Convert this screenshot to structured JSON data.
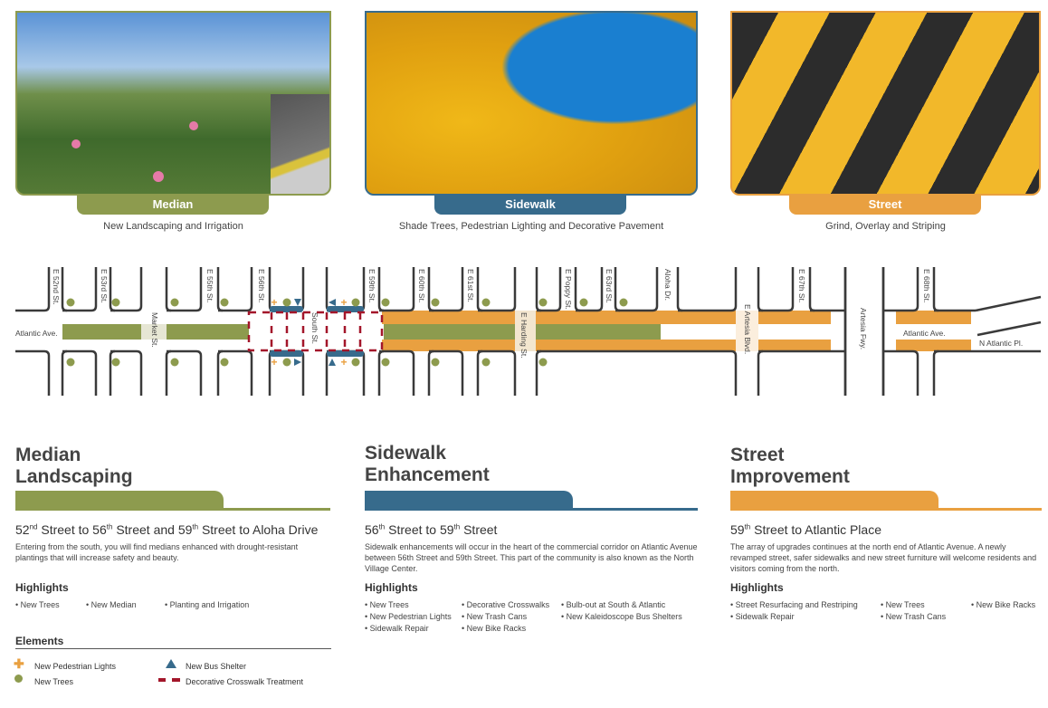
{
  "colors": {
    "median": "#8d9b4e",
    "sidewalk": "#376b8c",
    "street": "#e9a040",
    "crosswalk": "#a3162a",
    "road": "#3a3a3a"
  },
  "photos": [
    {
      "label": "Median",
      "caption": "New Landscaping and Irrigation"
    },
    {
      "label": "Sidewalk",
      "caption": "Shade Trees, Pedestrian Lighting and Decorative Pavement"
    },
    {
      "label": "Street",
      "caption": "Grind, Overlay and Striping"
    }
  ],
  "map": {
    "streets": [
      "E 52nd St.",
      "E 53rd St.",
      "Market St.",
      "E 55th St.",
      "E 56th St.",
      "South St.",
      "E 59th St.",
      "E 60th St.",
      "E 61st St.",
      "E Harding St.",
      "E Poppy St.",
      "E 63rd St.",
      "Aloha Dr.",
      "E Artesia Blvd.",
      "E 67th St.",
      "Artesia Fwy.",
      "E 68th St."
    ],
    "avenue_left": "Atlantic Ave.",
    "avenue_right": "Atlantic Ave.",
    "n_atlantic": "N Atlantic Pl."
  },
  "sections": [
    {
      "title_1": "Median",
      "title_2": "Landscaping",
      "sub": [
        [
          "52",
          "nd",
          " Street to 56",
          "th",
          " Street and 59",
          "th",
          " Street to Aloha Drive"
        ]
      ],
      "body": "Entering from the south, you will find medians enhanced with drought-resistant plantings that will increase safety and beauty.",
      "highlights_label": "Highlights",
      "highlights": [
        "New Trees",
        "New Median",
        "Planting and Irrigation"
      ]
    },
    {
      "title_1": "Sidewalk",
      "title_2": "Enhancement",
      "sub": [
        [
          "56",
          "th",
          " Street to 59",
          "th",
          " Street"
        ]
      ],
      "body": "Sidewalk enhancements will occur in the heart of the commercial corridor on Atlantic Avenue between 56th Street and 59th Street.  This part of the community is also known as the North Village Center.",
      "highlights_label": "Highlights",
      "highlights": [
        "New Trees",
        "New Pedestrian Lights",
        "Sidewalk Repair",
        "Decorative Crosswalks",
        "New Trash Cans",
        "New Bike Racks",
        "Bulb-out at South & Atlantic",
        "New Kaleidoscope Bus Shelters"
      ]
    },
    {
      "title_1": "Street",
      "title_2": "Improvement",
      "sub": [
        [
          "59",
          "th",
          " Street to Atlantic Place"
        ]
      ],
      "body": "The array of upgrades continues at the north end of Atlantic Avenue.  A newly revamped street, safer sidewalks and new street furniture will welcome residents and visitors coming from the north.",
      "highlights_label": "Highlights",
      "highlights": [
        "Street Resurfacing and Restriping",
        "Sidewalk Repair",
        "New Trees",
        "New Trash Cans",
        "New Bike Racks"
      ]
    }
  ],
  "legend": {
    "title": "Elements",
    "items": [
      "New Pedestrian Lights",
      "New Trees",
      "New Bus Shelter",
      "Decorative Crosswalk Treatment"
    ]
  }
}
